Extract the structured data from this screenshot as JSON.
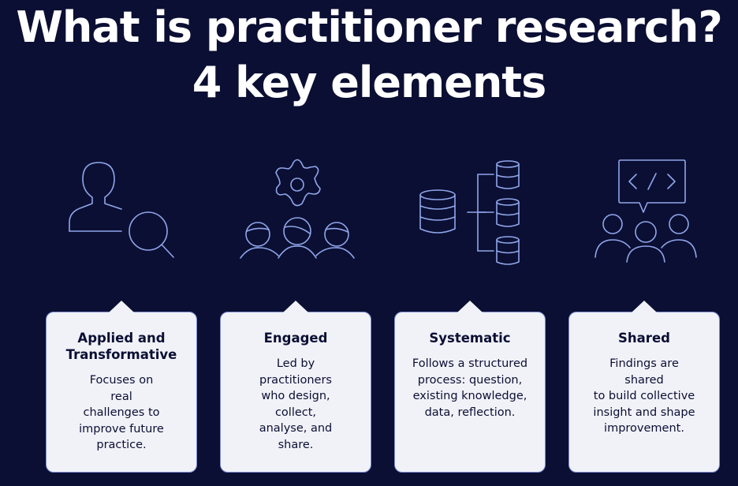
{
  "title": {
    "line1": "What is practitioner research?",
    "line2": "4 key elements"
  },
  "elements": [
    {
      "icon": "person-search-icon",
      "title_lines": [
        "Applied and",
        "Transformative"
      ],
      "text_lines": [
        "Focuses on",
        "real",
        "challenges to",
        "improve future",
        "practice."
      ]
    },
    {
      "icon": "people-collaboration-icon",
      "title_lines": [
        "Engaged"
      ],
      "text_lines": [
        "Led by",
        "practitioners",
        "who design,",
        "collect,",
        "analyse, and",
        "share."
      ]
    },
    {
      "icon": "database-structure-icon",
      "title_lines": [
        "Systematic"
      ],
      "text_lines": [
        "Follows a structured",
        "process: question,",
        "existing knowledge,",
        "data, reflection."
      ]
    },
    {
      "icon": "group-code-chat-icon",
      "title_lines": [
        "Shared"
      ],
      "text_lines": [
        "Findings are",
        "shared",
        "to build collective",
        "insight and shape",
        "improvement."
      ]
    }
  ],
  "colors": {
    "background": "#0b0f33",
    "icon_stroke": "#8fa6ea",
    "card_bg": "#f1f2f8",
    "card_border": "#7e8fd6"
  }
}
